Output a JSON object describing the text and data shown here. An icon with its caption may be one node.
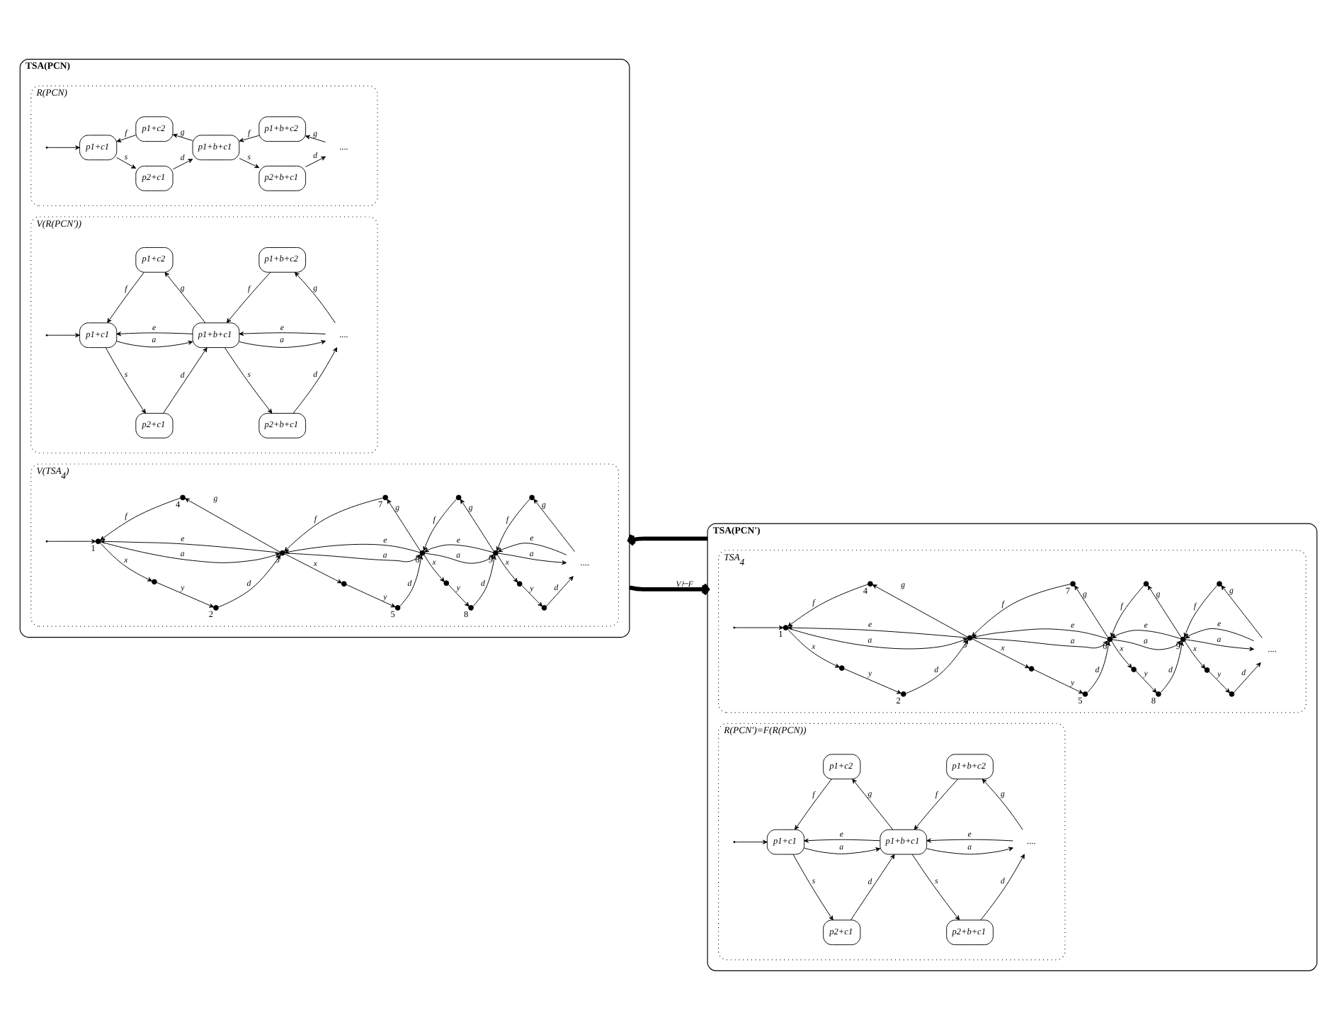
{
  "diagram": {
    "nodes": [
      {
        "text": [
          "TSA(PCN)"
        ]
      },
      {
        "text": [
          "R(PCN)"
        ],
        "in": 0
      },
      {
        "text": [
          "p2+c1"
        ],
        "in": 1
      },
      {
        "text": [
          "p2+b+c1"
        ],
        "in": 1
      },
      {
        "text": [
          "p1+c1"
        ],
        "in": 1
      },
      {
        "text": [
          "p1+b+c1"
        ],
        "in": 1
      },
      {
        "text": [
          "...."
        ],
        "in": 1
      },
      {
        "text": [
          "p1+c2"
        ],
        "in": 1
      },
      {
        "text": [
          "p1+b+c2"
        ],
        "in": 1
      },
      {
        "text": [
          "V(R(PCN'))"
        ],
        "in": 0
      },
      {
        "text": [
          "p2+c1"
        ],
        "in": 9
      },
      {
        "text": [
          "p2+b+c1"
        ],
        "in": 9
      },
      {
        "text": [
          "p1+c1"
        ],
        "in": 9
      },
      {
        "text": [
          "p1+b+c1"
        ],
        "in": 9
      },
      {
        "text": [
          "...."
        ],
        "in": 9
      },
      {
        "text": [
          "p1+c2"
        ],
        "in": 9
      },
      {
        "text": [
          "p1+b+c2"
        ],
        "in": 9
      },
      {
        "text": [
          "V(TSA$_{4}$)"
        ],
        "in": 0
      },
      {
        "text": [],
        "shape": "circle",
        "in": 17,
        "beside": [
          "2"
        ]
      },
      {
        "text": [],
        "shape": "circle",
        "in": 17,
        "beside": [
          "5"
        ]
      },
      {
        "text": [],
        "shape": "circle",
        "in": 17,
        "beside": [
          "8"
        ]
      },
      {
        "text": [],
        "shape": "circle",
        "in": 17
      },
      {
        "text": [],
        "shape": "circle",
        "in": 17
      },
      {
        "text": [],
        "shape": "circle",
        "in": 17
      },
      {
        "text": [],
        "shape": "circle",
        "in": 17
      },
      {
        "text": [],
        "shape": "circle",
        "in": 17
      },
      {
        "text": [],
        "shape": "circle",
        "in": 17,
        "beside": [
          "1"
        ]
      },
      {
        "text": [],
        "shape": "circle",
        "in": 17,
        "beside": [
          "3"
        ]
      },
      {
        "text": [],
        "shape": "circle",
        "in": 17,
        "beside": [
          "6"
        ]
      },
      {
        "text": [],
        "shape": "circle",
        "in": 17,
        "beside": [
          "9"
        ]
      },
      {
        "text": [
          "...."
        ],
        "in": 17
      },
      {
        "text": [],
        "shape": "circle",
        "in": 17,
        "beside": [
          "4"
        ]
      },
      {
        "text": [],
        "shape": "circle",
        "in": 17,
        "beside": [
          "7"
        ]
      },
      {
        "text": [],
        "shape": "circle",
        "in": 17
      },
      {
        "text": [],
        "shape": "circle",
        "in": 17
      },
      {
        "text": [
          "TSA(PCN')"
        ]
      },
      {
        "text": [
          "TSA$_{4}$"
        ],
        "in": 35
      },
      {
        "text": [],
        "shape": "circle",
        "in": 36,
        "beside": [
          "2"
        ]
      },
      {
        "text": [],
        "shape": "circle",
        "in": 36,
        "beside": [
          "5"
        ]
      },
      {
        "text": [],
        "shape": "circle",
        "in": 36,
        "beside": [
          "8"
        ]
      },
      {
        "text": [],
        "shape": "circle",
        "in": 36
      },
      {
        "text": [],
        "shape": "circle",
        "in": 36
      },
      {
        "text": [],
        "shape": "circle",
        "in": 36
      },
      {
        "text": [],
        "shape": "circle",
        "in": 36
      },
      {
        "text": [],
        "shape": "circle",
        "in": 36
      },
      {
        "text": [],
        "shape": "circle",
        "in": 36,
        "beside": [
          "1"
        ]
      },
      {
        "text": [],
        "shape": "circle",
        "in": 36,
        "beside": [
          "3"
        ]
      },
      {
        "text": [],
        "shape": "circle",
        "in": 36,
        "beside": [
          "6"
        ]
      },
      {
        "text": [],
        "shape": "circle",
        "in": 36,
        "beside": [
          "9"
        ]
      },
      {
        "text": [
          "...."
        ],
        "in": 36
      },
      {
        "text": [],
        "shape": "circle",
        "in": 36,
        "beside": [
          "4"
        ]
      },
      {
        "text": [],
        "shape": "circle",
        "in": 36,
        "beside": [
          "7"
        ]
      },
      {
        "text": [],
        "shape": "circle",
        "in": 36
      },
      {
        "text": [],
        "shape": "circle",
        "in": 36
      },
      {
        "text": [
          "R(PCN')=F(R(PCN))"
        ],
        "in": 35
      },
      {
        "text": [
          "p2+c1"
        ],
        "in": 54
      },
      {
        "text": [
          "p2+b+c1"
        ],
        "in": 54
      },
      {
        "text": [
          "p1+c1"
        ],
        "in": 54
      },
      {
        "text": [
          "p1+b+c1"
        ],
        "in": 54
      },
      {
        "text": [
          "...."
        ],
        "in": 54
      },
      {
        "text": [
          "p1+c2"
        ],
        "in": 54
      },
      {
        "text": [
          "p1+b+c2"
        ],
        "in": 54
      }
    ],
    "edges": [
      {
        "from": null,
        "to": 4,
        "arrow": "to"
      },
      {
        "from": 4,
        "to": 2,
        "arrow": "to",
        "label": "s"
      },
      {
        "from": 2,
        "to": 5,
        "arrow": "to",
        "label": "d"
      },
      {
        "from": 5,
        "to": 3,
        "arrow": "to",
        "label": "s"
      },
      {
        "from": 3,
        "to": 6,
        "arrow": "to",
        "label": "d"
      },
      {
        "from": 6,
        "to": 8,
        "arrow": "to",
        "label": "g"
      },
      {
        "from": 8,
        "to": 5,
        "arrow": "to",
        "label": "f"
      },
      {
        "from": 5,
        "to": 7,
        "arrow": "to",
        "label": "g"
      },
      {
        "from": 7,
        "to": 4,
        "arrow": "to",
        "label": "f"
      },
      {
        "from": null,
        "to": 12,
        "arrow": "to"
      },
      {
        "from": 12,
        "to": 10,
        "arrow": "to",
        "label": "s"
      },
      {
        "from": 10,
        "to": 13,
        "arrow": "to",
        "label": "d"
      },
      {
        "from": 13,
        "to": 11,
        "arrow": "to",
        "label": "s"
      },
      {
        "from": 11,
        "to": 14,
        "arrow": "to",
        "label": "d"
      },
      {
        "from": 14,
        "to": 16,
        "arrow": "to",
        "label": "g"
      },
      {
        "from": 16,
        "to": 13,
        "arrow": "to",
        "label": "f"
      },
      {
        "from": 13,
        "to": 15,
        "arrow": "to",
        "label": "g"
      },
      {
        "from": 15,
        "to": 12,
        "arrow": "to",
        "label": "f"
      },
      {
        "from": 12,
        "to": 13,
        "arrow": "to",
        "label": "a"
      },
      {
        "from": 13,
        "to": 12,
        "arrow": "to",
        "label": "e"
      },
      {
        "from": 13,
        "to": 14,
        "arrow": "to",
        "label": "a"
      },
      {
        "from": 14,
        "to": 13,
        "arrow": "to",
        "label": "e"
      },
      {
        "from": null,
        "to": 26,
        "arrow": "to"
      },
      {
        "from": 26,
        "to": 22,
        "arrow": "to",
        "label": "x"
      },
      {
        "from": 22,
        "to": 18,
        "arrow": "to",
        "label": "y"
      },
      {
        "from": 18,
        "to": 27,
        "arrow": "to",
        "label": "d"
      },
      {
        "from": 26,
        "to": 27,
        "arrow": "to",
        "label": "a"
      },
      {
        "from": 27,
        "to": 26,
        "arrow": "to",
        "label": "e"
      },
      {
        "from": 27,
        "to": 31,
        "arrow": "to",
        "label": "g"
      },
      {
        "from": 31,
        "to": 26,
        "arrow": "to",
        "label": "f"
      },
      {
        "from": 27,
        "to": 23,
        "arrow": "to",
        "label": "x"
      },
      {
        "from": 23,
        "to": 19,
        "arrow": "to",
        "label": "y"
      },
      {
        "from": 19,
        "to": 28,
        "arrow": "to",
        "label": "d"
      },
      {
        "from": 27,
        "to": 28,
        "arrow": "to",
        "label": "a"
      },
      {
        "from": 28,
        "to": 27,
        "arrow": "to",
        "label": "e"
      },
      {
        "from": 28,
        "to": 32,
        "arrow": "to",
        "label": "g"
      },
      {
        "from": 32,
        "to": 27,
        "arrow": "to",
        "label": "f"
      },
      {
        "from": 28,
        "to": 24,
        "arrow": "to",
        "label": "x"
      },
      {
        "from": 24,
        "to": 20,
        "arrow": "to",
        "label": "y"
      },
      {
        "from": 20,
        "to": 29,
        "arrow": "to",
        "label": "d"
      },
      {
        "from": 28,
        "to": 29,
        "arrow": "to",
        "label": "a"
      },
      {
        "from": 29,
        "to": 28,
        "arrow": "to",
        "label": "e"
      },
      {
        "from": 29,
        "to": 33,
        "arrow": "to",
        "label": "g"
      },
      {
        "from": 33,
        "to": 28,
        "arrow": "to",
        "label": "f"
      },
      {
        "from": 29,
        "to": 25,
        "arrow": "to",
        "label": "x"
      },
      {
        "from": 25,
        "to": 21,
        "arrow": "to",
        "label": "y"
      },
      {
        "from": 21,
        "to": 30,
        "arrow": "to",
        "label": "d"
      },
      {
        "from": 29,
        "to": 30,
        "arrow": "to",
        "label": "a"
      },
      {
        "from": 30,
        "to": 29,
        "arrow": "to",
        "label": "e"
      },
      {
        "from": 30,
        "to": 34,
        "arrow": "to",
        "label": "g"
      },
      {
        "from": 34,
        "to": 29,
        "arrow": "to",
        "label": "f"
      },
      {
        "from": null,
        "to": 45,
        "arrow": "to"
      },
      {
        "from": 45,
        "to": 41,
        "arrow": "to",
        "label": "x"
      },
      {
        "from": 41,
        "to": 37,
        "arrow": "to",
        "label": "y"
      },
      {
        "from": 37,
        "to": 46,
        "arrow": "to",
        "label": "d"
      },
      {
        "from": 45,
        "to": 46,
        "arrow": "to",
        "label": "a"
      },
      {
        "from": 46,
        "to": 45,
        "arrow": "to",
        "label": "e"
      },
      {
        "from": 46,
        "to": 50,
        "arrow": "to",
        "label": "g"
      },
      {
        "from": 50,
        "to": 45,
        "arrow": "to",
        "label": "f"
      },
      {
        "from": 46,
        "to": 42,
        "arrow": "to",
        "label": "x"
      },
      {
        "from": 42,
        "to": 38,
        "arrow": "to",
        "label": "y"
      },
      {
        "from": 38,
        "to": 47,
        "arrow": "to",
        "label": "d"
      },
      {
        "from": 46,
        "to": 47,
        "arrow": "to",
        "label": "a"
      },
      {
        "from": 47,
        "to": 46,
        "arrow": "to",
        "label": "e"
      },
      {
        "from": 47,
        "to": 51,
        "arrow": "to",
        "label": "g"
      },
      {
        "from": 51,
        "to": 46,
        "arrow": "to",
        "label": "f"
      },
      {
        "from": 47,
        "to": 43,
        "arrow": "to",
        "label": "x"
      },
      {
        "from": 43,
        "to": 39,
        "arrow": "to",
        "label": "y"
      },
      {
        "from": 39,
        "to": 48,
        "arrow": "to",
        "label": "d"
      },
      {
        "from": 47,
        "to": 48,
        "arrow": "to",
        "label": "a"
      },
      {
        "from": 48,
        "to": 47,
        "arrow": "to",
        "label": "e"
      },
      {
        "from": 48,
        "to": 52,
        "arrow": "to",
        "label": "g"
      },
      {
        "from": 52,
        "to": 47,
        "arrow": "to",
        "label": "f"
      },
      {
        "from": 48,
        "to": 44,
        "arrow": "to",
        "label": "x"
      },
      {
        "from": 44,
        "to": 40,
        "arrow": "to",
        "label": "y"
      },
      {
        "from": 40,
        "to": 49,
        "arrow": "to",
        "label": "d"
      },
      {
        "from": 48,
        "to": 49,
        "arrow": "to",
        "label": "a"
      },
      {
        "from": 49,
        "to": 48,
        "arrow": "to",
        "label": "e"
      },
      {
        "from": 49,
        "to": 53,
        "arrow": "to",
        "label": "g"
      },
      {
        "from": 53,
        "to": 48,
        "arrow": "to",
        "label": "f"
      },
      {
        "from": null,
        "to": 57,
        "arrow": "to"
      },
      {
        "from": 57,
        "to": 55,
        "arrow": "to",
        "label": "s"
      },
      {
        "from": 55,
        "to": 58,
        "arrow": "to",
        "label": "d"
      },
      {
        "from": 58,
        "to": 56,
        "arrow": "to",
        "label": "s"
      },
      {
        "from": 56,
        "to": 59,
        "arrow": "to",
        "label": "d"
      },
      {
        "from": 59,
        "to": 61,
        "arrow": "to",
        "label": "g"
      },
      {
        "from": 61,
        "to": 58,
        "arrow": "to",
        "label": "f"
      },
      {
        "from": 58,
        "to": 60,
        "arrow": "to",
        "label": "g"
      },
      {
        "from": 60,
        "to": 57,
        "arrow": "to",
        "label": "f"
      },
      {
        "from": 57,
        "to": 58,
        "arrow": "to",
        "label": "a"
      },
      {
        "from": 58,
        "to": 57,
        "arrow": "to",
        "label": "e"
      },
      {
        "from": 58,
        "to": 59,
        "arrow": "to",
        "label": "a"
      },
      {
        "from": 59,
        "to": 58,
        "arrow": "to",
        "label": "e"
      },
      {
        "from": 35,
        "to": 0,
        "arrow": "to",
        "style": "thick"
      },
      {
        "from": 0,
        "to": 35,
        "arrow": "to",
        "style": "thick",
        "label": "V⊢F"
      }
    ]
  }
}
